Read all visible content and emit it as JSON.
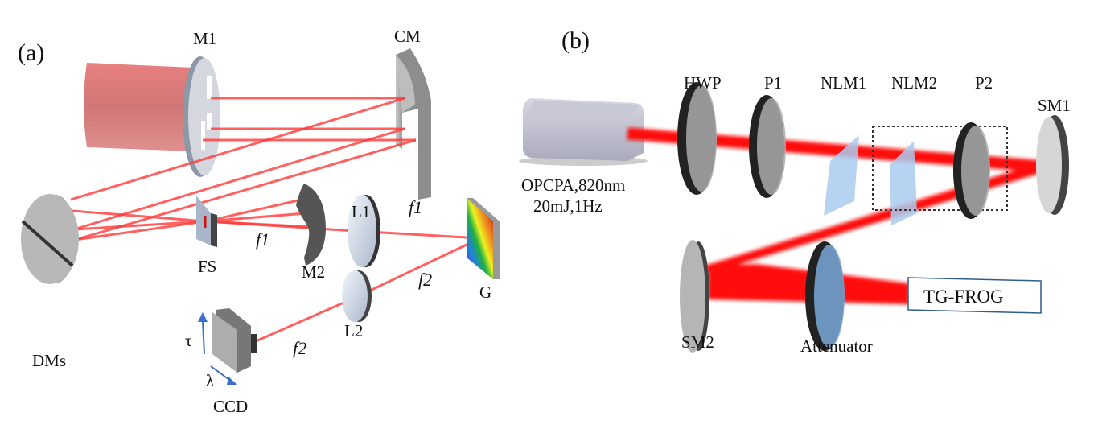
{
  "panel_a": {
    "tag": "(a)",
    "labels": {
      "m1": "M1",
      "cm": "CM",
      "dms": "DMs",
      "fs": "FS",
      "m2": "M2",
      "l1": "L1",
      "l2": "L2",
      "g": "G",
      "ccd": "CCD",
      "f1_a": "f1",
      "f1_b": "f1",
      "f2_a": "f2",
      "f2_b": "f2",
      "tau": "τ",
      "lambda": "λ"
    }
  },
  "panel_b": {
    "tag": "(b)",
    "labels": {
      "source_line1": "OPCPA,820nm",
      "source_line2": "20mJ,1Hz",
      "hwp": "HWP",
      "p1": "P1",
      "nlm1": "NLM1",
      "nlm2": "NLM2",
      "p2": "P2",
      "sm1": "SM1",
      "sm2": "SM2",
      "attenuator": "Attenuator",
      "tg_frog": "TG-FROG"
    }
  },
  "colors": {
    "beam": "#ff3030",
    "axis_arrow": "#3a6fc8",
    "frog_border": "#2f5c8f"
  }
}
